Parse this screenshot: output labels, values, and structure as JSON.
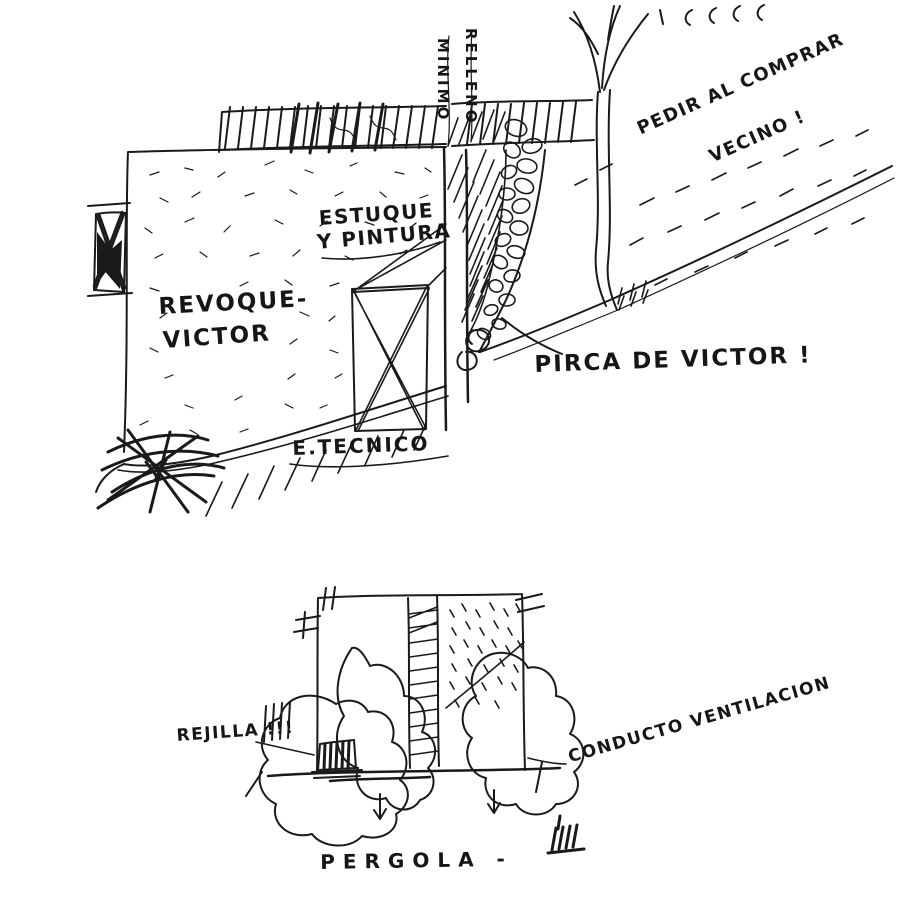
{
  "colors": {
    "ink": "#1a1a1a",
    "paper": "#ffffff"
  },
  "labels": {
    "minimo": "MINIMO",
    "relleno": "RELLENO",
    "pedir_line1": "PEDIR AL COMPRAR",
    "pedir_line2": "VECINO !",
    "estuque_line1": "ESTUQUE",
    "estuque_line2": "Y PINTURA",
    "revoque_line1": "REVOQUE-",
    "revoque_line2": "VICTOR",
    "pirca": "PIRCA DE VICTOR !",
    "tecnico": "E.TECNICO",
    "rejilla": "REJILLA !!!",
    "conducto": "CONDUCTO VENTILACION",
    "pergola": "PERGOLA -"
  }
}
